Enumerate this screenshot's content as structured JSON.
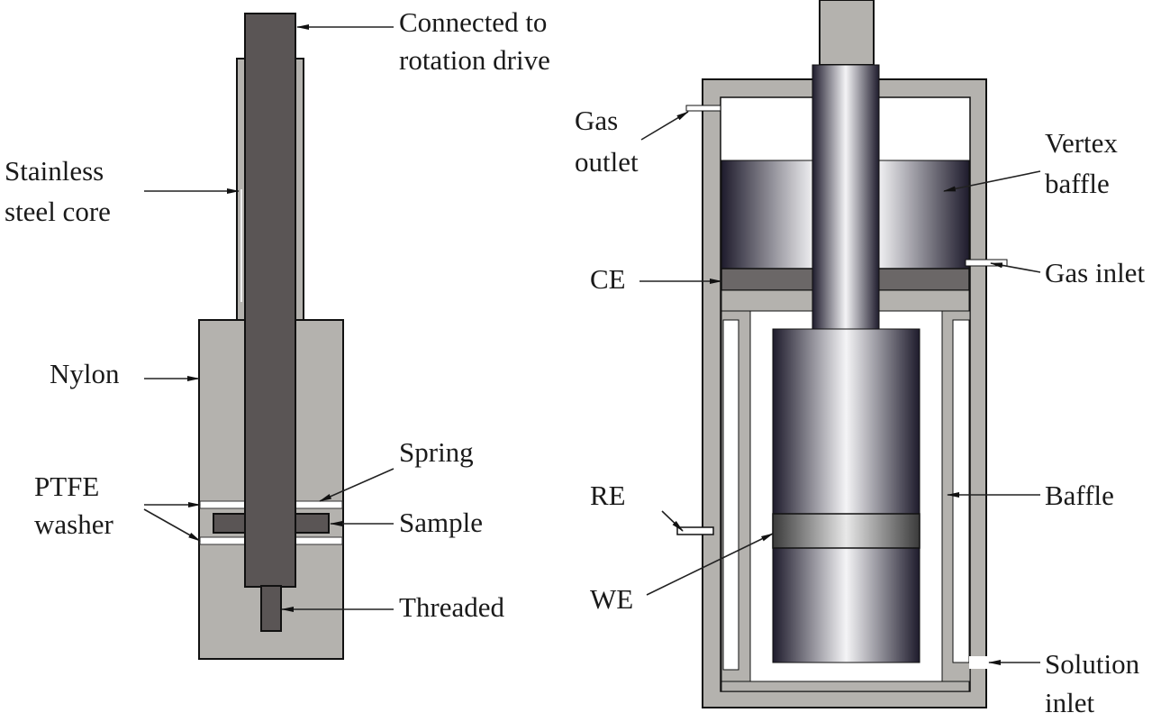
{
  "left_figure": {
    "labels": {
      "rotation_drive": [
        "Connected to",
        "rotation drive"
      ],
      "core": [
        "Stainless",
        "steel core"
      ],
      "nylon": "Nylon",
      "spring": "Spring",
      "ptfe": [
        "PTFE",
        "washer"
      ],
      "sample": "Sample",
      "threaded": "Threaded"
    }
  },
  "right_figure": {
    "labels": {
      "gas_outlet": [
        "Gas",
        "outlet"
      ],
      "vertex_baffle": [
        "Vertex",
        "baffle"
      ],
      "gas_inlet": "Gas inlet",
      "ce": "CE",
      "re": "RE",
      "baffle": "Baffle",
      "we": "WE",
      "solution_inlet": [
        "Solution",
        "inlet"
      ]
    }
  },
  "colors": {
    "light_gray": "#b4b2ae",
    "dark_gray": "#5a5555",
    "ce_gray": "#6b6767"
  }
}
